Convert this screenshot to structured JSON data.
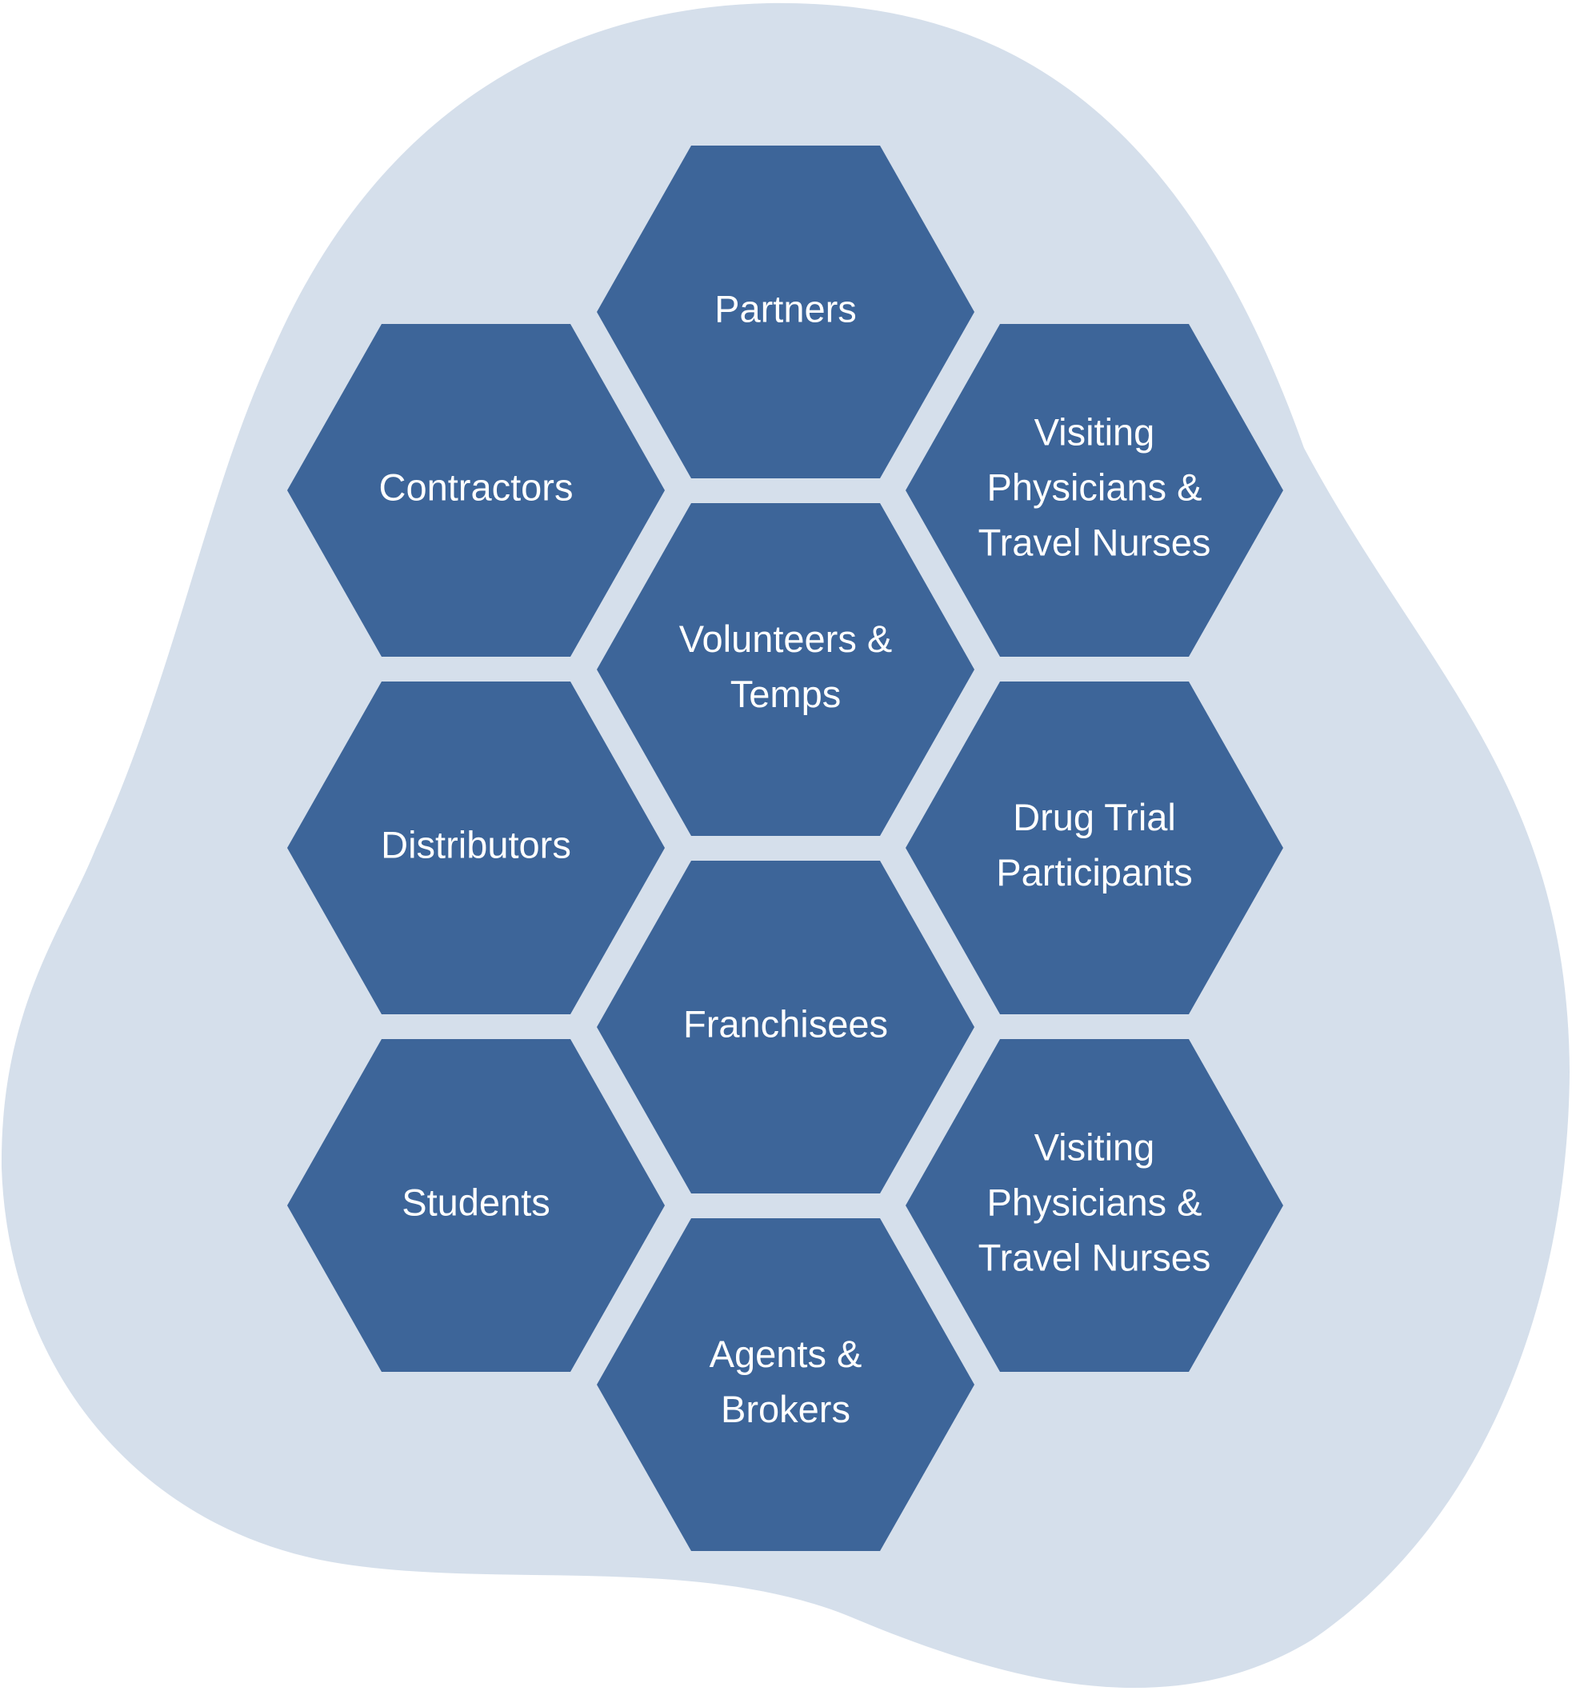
{
  "colors": {
    "background": "#ffffff",
    "blob": "#d5dfeb",
    "hex_fill": "#3d6599",
    "label": "#ffffff"
  },
  "hexagons": [
    {
      "id": "partners",
      "lines": [
        "Partners"
      ]
    },
    {
      "id": "contractors",
      "lines": [
        "Contractors"
      ]
    },
    {
      "id": "visiting-physicians-top",
      "lines": [
        "Visiting",
        "Physicians &",
        "Travel Nurses"
      ]
    },
    {
      "id": "volunteers-temps",
      "lines": [
        "Volunteers &",
        "Temps"
      ]
    },
    {
      "id": "distributors",
      "lines": [
        "Distributors"
      ]
    },
    {
      "id": "drug-trial-participants",
      "lines": [
        "Drug Trial",
        "Participants"
      ]
    },
    {
      "id": "franchisees",
      "lines": [
        "Franchisees"
      ]
    },
    {
      "id": "students",
      "lines": [
        "Students"
      ]
    },
    {
      "id": "visiting-physicians-bottom",
      "lines": [
        "Visiting",
        "Physicians &",
        "Travel Nurses"
      ]
    },
    {
      "id": "agents-brokers",
      "lines": [
        "Agents &",
        "Brokers"
      ]
    }
  ]
}
